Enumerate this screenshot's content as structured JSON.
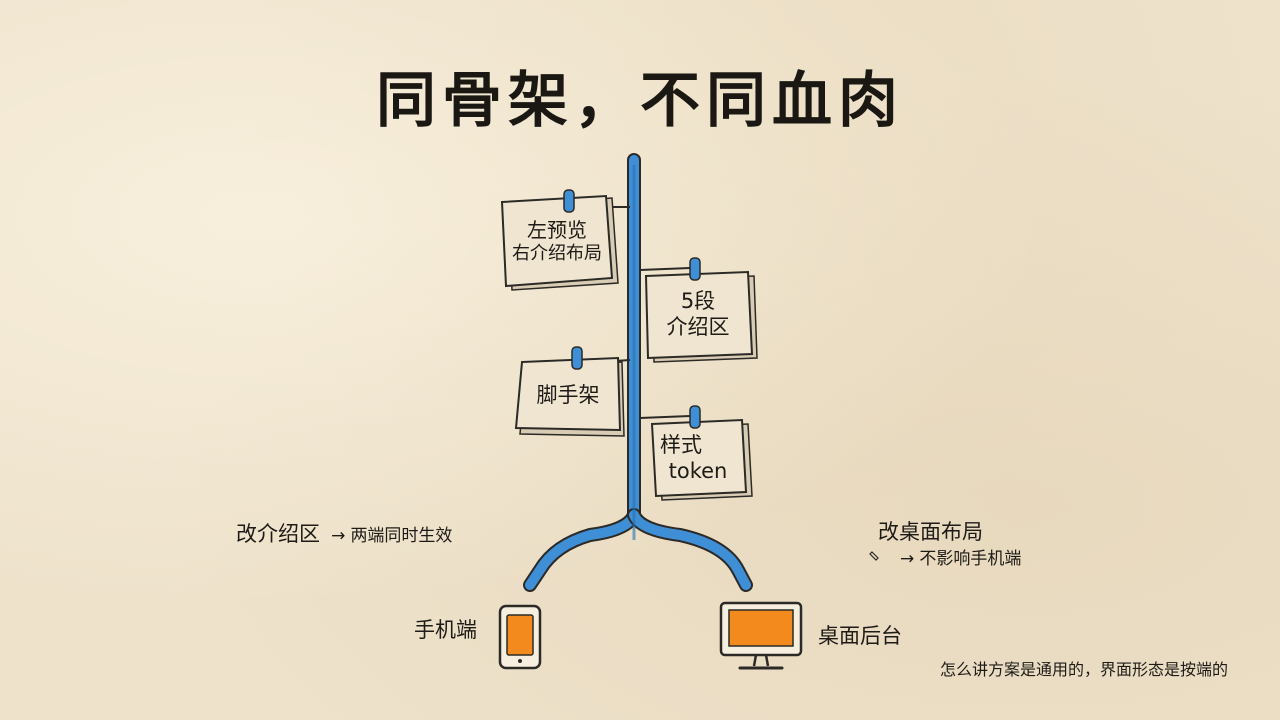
{
  "title": "同骨架，不同血肉",
  "cards": [
    {
      "line1": "左预览",
      "line2": "右介绍布局"
    },
    {
      "line1": "5段",
      "line2": "介绍区"
    },
    {
      "line1": "脚手架",
      "line2": ""
    },
    {
      "line1": "样式",
      "line2": "token"
    }
  ],
  "left_annotation": {
    "action": "改介绍区",
    "arrow": "→",
    "result": "两端同时生效"
  },
  "right_annotation": {
    "action": "改桌面布局",
    "arrow": "→",
    "result": "不影响手机端"
  },
  "devices": {
    "mobile_label": "手机端",
    "desktop_label": "桌面后台"
  },
  "footnote": "怎么讲方案是通用的，界面形态是按端的",
  "colors": {
    "trunk": "#3f8fd6",
    "screen": "#f28a1e",
    "paper": "#eee2cb",
    "ink": "#1e1b17"
  }
}
